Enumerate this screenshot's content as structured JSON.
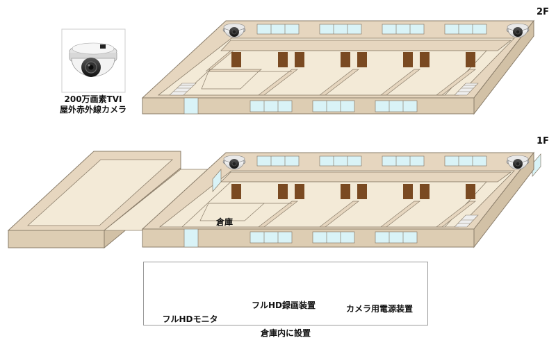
{
  "floors": [
    {
      "id": "2F",
      "label": "2F"
    },
    {
      "id": "1F",
      "label": "1F"
    }
  ],
  "camera_product": {
    "line1": "200万画素TVI",
    "line2": "屋外赤外線カメラ",
    "icon": "dome-camera-icon"
  },
  "room_label": "倉庫",
  "equipment": {
    "items": [
      {
        "label": "フルHDモニタ",
        "icon": "monitor-icon"
      },
      {
        "label": "フルHD録画装置",
        "icon": "recorder-icon"
      },
      {
        "label": "カメラ用電源装置",
        "icon": "power-supply-icon"
      }
    ],
    "caption": "倉庫内に設置"
  },
  "colors": {
    "wall_top": "#e6d6bf",
    "wall_side": "#ddcdb3",
    "floor": "#f3ead7",
    "outline": "#8a7d6a",
    "window": "#d9f3f7",
    "door": "#7a4a22"
  }
}
